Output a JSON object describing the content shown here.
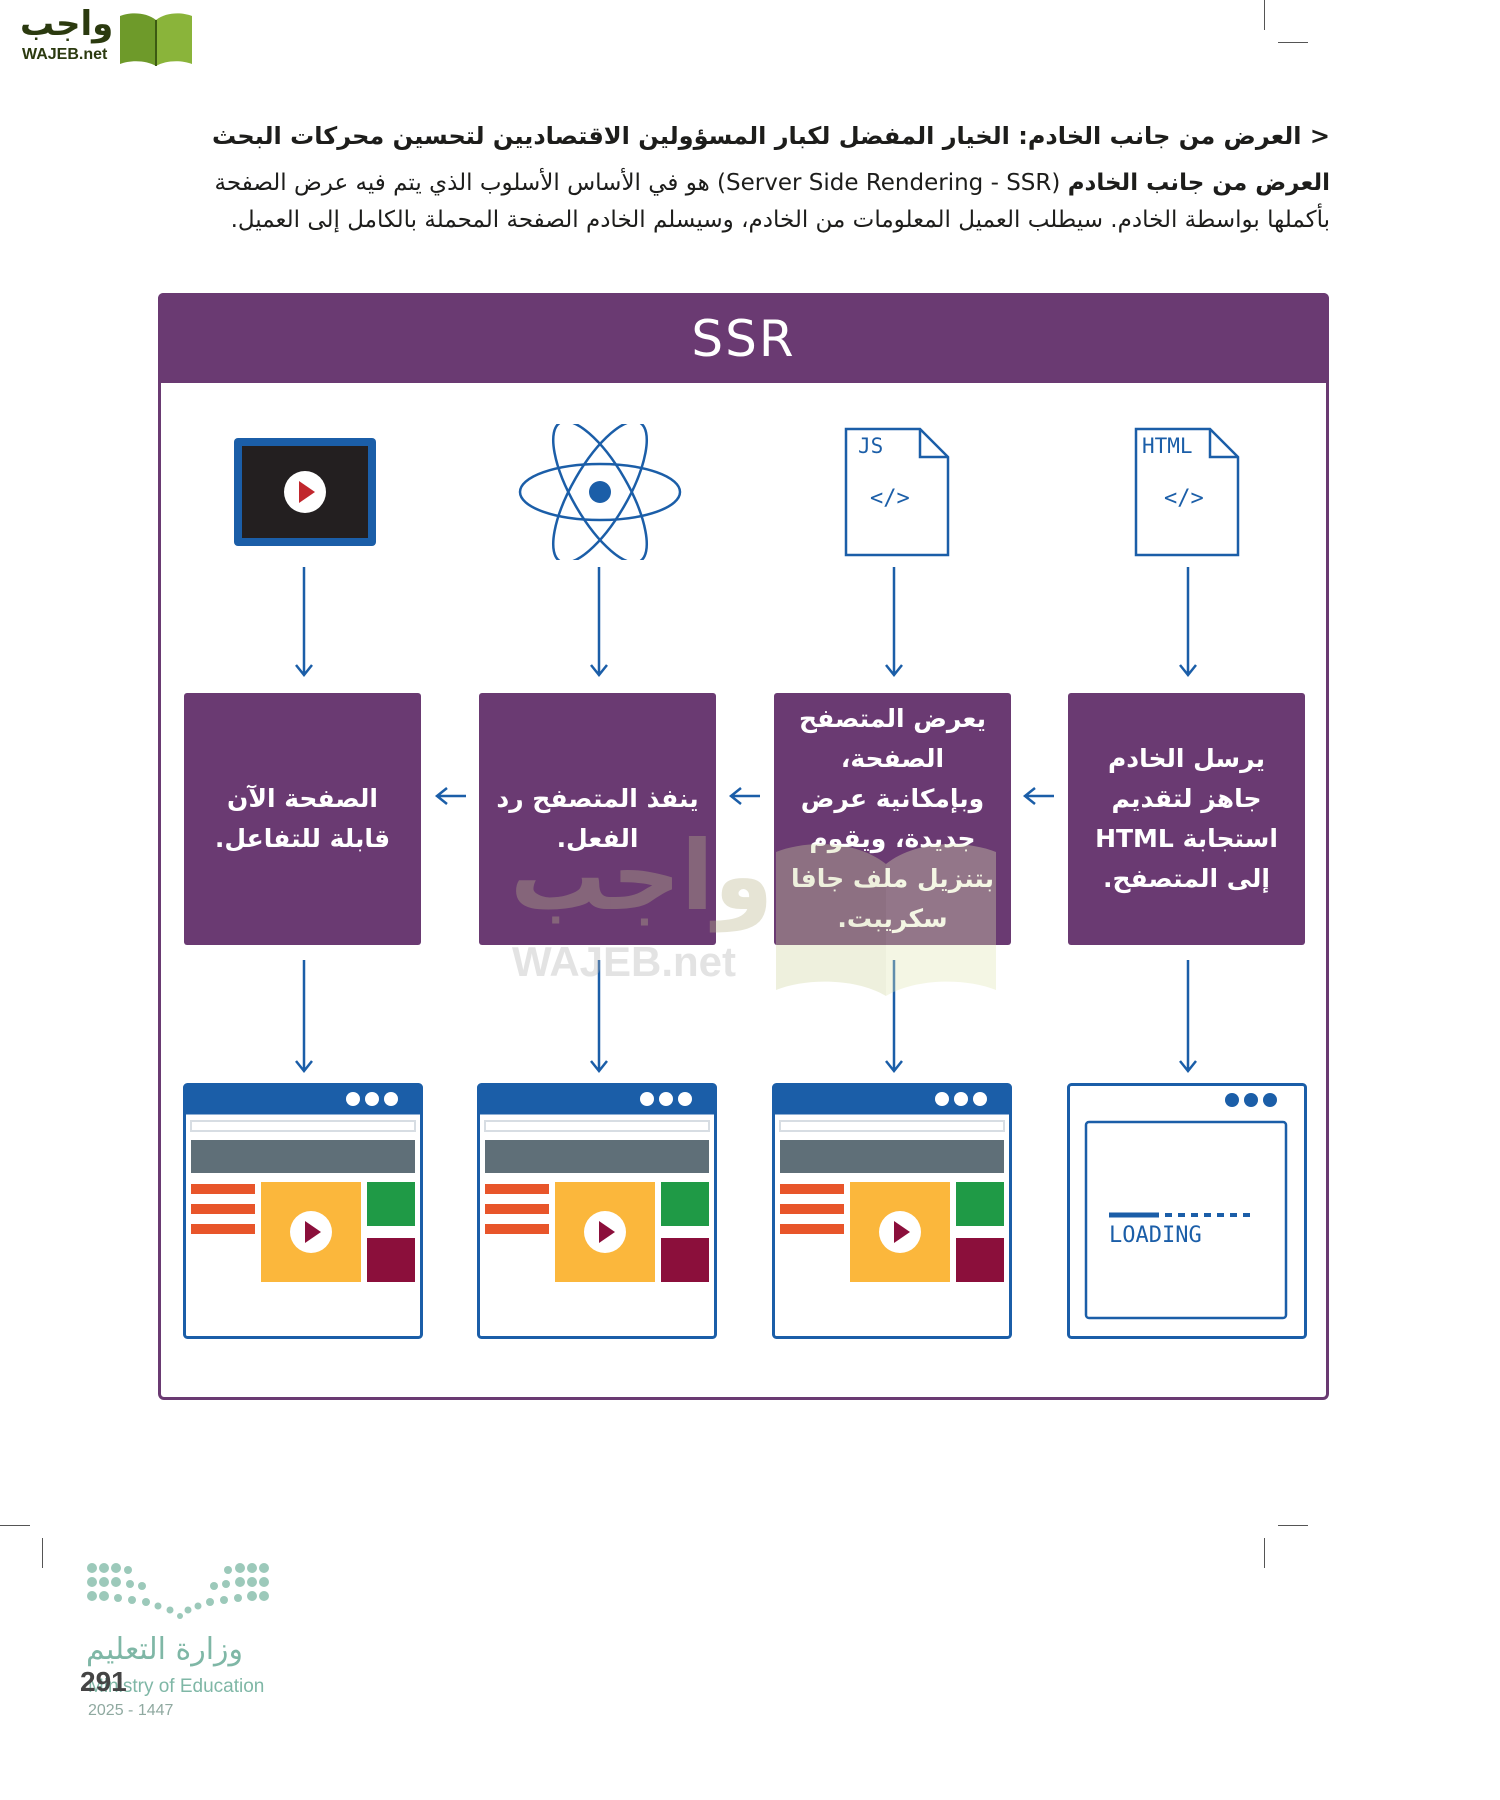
{
  "header": {
    "logo_ar": "واجب",
    "logo_en": "WAJEB.net"
  },
  "section": {
    "heading": "< العرض من جانب الخادم: الخيار المفضل لكبار المسؤولين الاقتصاديين لتحسين محركات البحث",
    "para_bold": "العرض من جانب الخادم",
    "para_rest": " (Server Side Rendering - SSR) هو في الأساس الأسلوب الذي يتم فيه عرض الصفحة بأكملها بواسطة الخادم. سيطلب العميل المعلومات من الخادم، وسيسلم الخادم الصفحة المحملة بالكامل إلى العميل."
  },
  "diagram": {
    "title": "SSR",
    "icons": {
      "html_label": "HTML",
      "js_label": "JS",
      "code_glyph": "</>"
    },
    "steps": [
      "يرسل الخادم جاهز لتقديم استجابة HTML إلى المتصفح.",
      "يعرض المتصفح الصفحة، وبإمكانية عرض جديدة، ويقوم بتنزيل ملف جافا سكريبت.",
      "ينفذ المتصفح رد الفعل.",
      "الصفحة الآن قابلة للتفاعل."
    ],
    "loading_text": "LOADING"
  },
  "watermark": {
    "ar": "واجب",
    "en": "WAJEB.net"
  },
  "footer": {
    "ministry_ar": "وزارة التعليم",
    "ministry_en": "Ministry of Education",
    "year": "2025 - 1447",
    "page_number": "291"
  },
  "colors": {
    "purple": "#6a3a72",
    "blue": "#1b5ea8",
    "orange": "#e8552a",
    "yellow": "#fbb73c",
    "green": "#1f9a46",
    "maroon": "#8b0f3b",
    "gray": "#5f6f78"
  }
}
